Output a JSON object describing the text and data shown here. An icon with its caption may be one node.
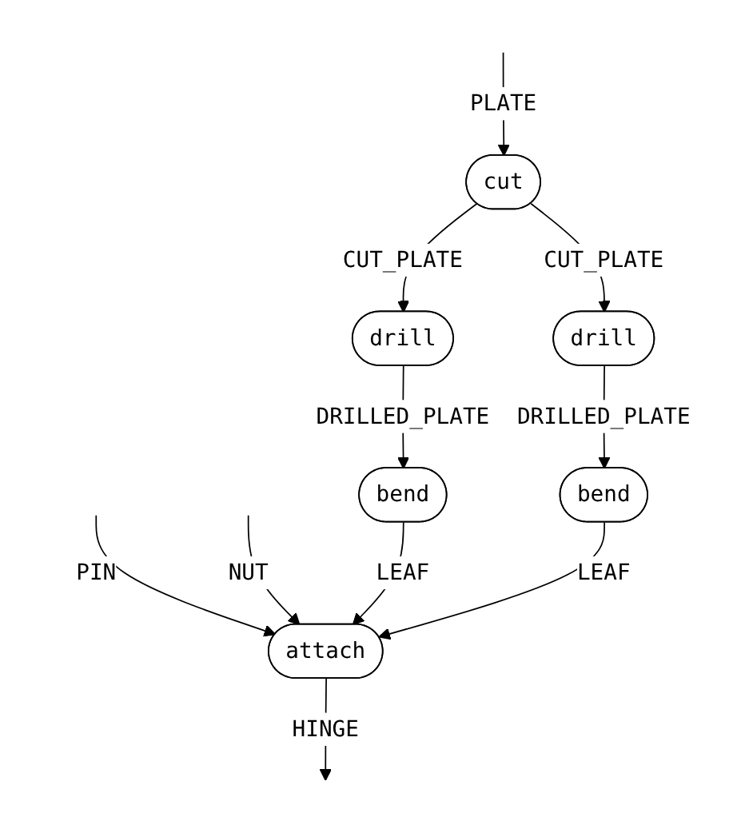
{
  "diagram": {
    "nodes": [
      {
        "text": [
          "cut"
        ]
      },
      {
        "text": [
          "drill"
        ]
      },
      {
        "text": [
          "drill"
        ]
      },
      {
        "text": [
          "bend"
        ]
      },
      {
        "text": [
          "bend"
        ]
      },
      {
        "text": [
          "attach"
        ]
      }
    ],
    "edges": [
      {
        "from": null,
        "to": 0,
        "arrow": "to",
        "label": "PLATE"
      },
      {
        "from": 0,
        "to": 1,
        "arrow": "to",
        "label": "CUT_PLATE"
      },
      {
        "from": 0,
        "to": 2,
        "arrow": "to",
        "label": "CUT_PLATE"
      },
      {
        "from": 1,
        "to": 3,
        "arrow": "to",
        "label": "DRILLED_PLATE"
      },
      {
        "from": 2,
        "to": 4,
        "arrow": "to",
        "label": "DRILLED_PLATE"
      },
      {
        "from": null,
        "to": 5,
        "arrow": "to",
        "label": "PIN"
      },
      {
        "from": null,
        "to": 5,
        "arrow": "to",
        "label": "NUT"
      },
      {
        "from": 3,
        "to": 5,
        "arrow": "to",
        "label": "LEAF"
      },
      {
        "from": 4,
        "to": 5,
        "arrow": "to",
        "label": "LEAF"
      },
      {
        "from": 5,
        "to": null,
        "arrow": "to",
        "label": "HINGE"
      }
    ]
  }
}
